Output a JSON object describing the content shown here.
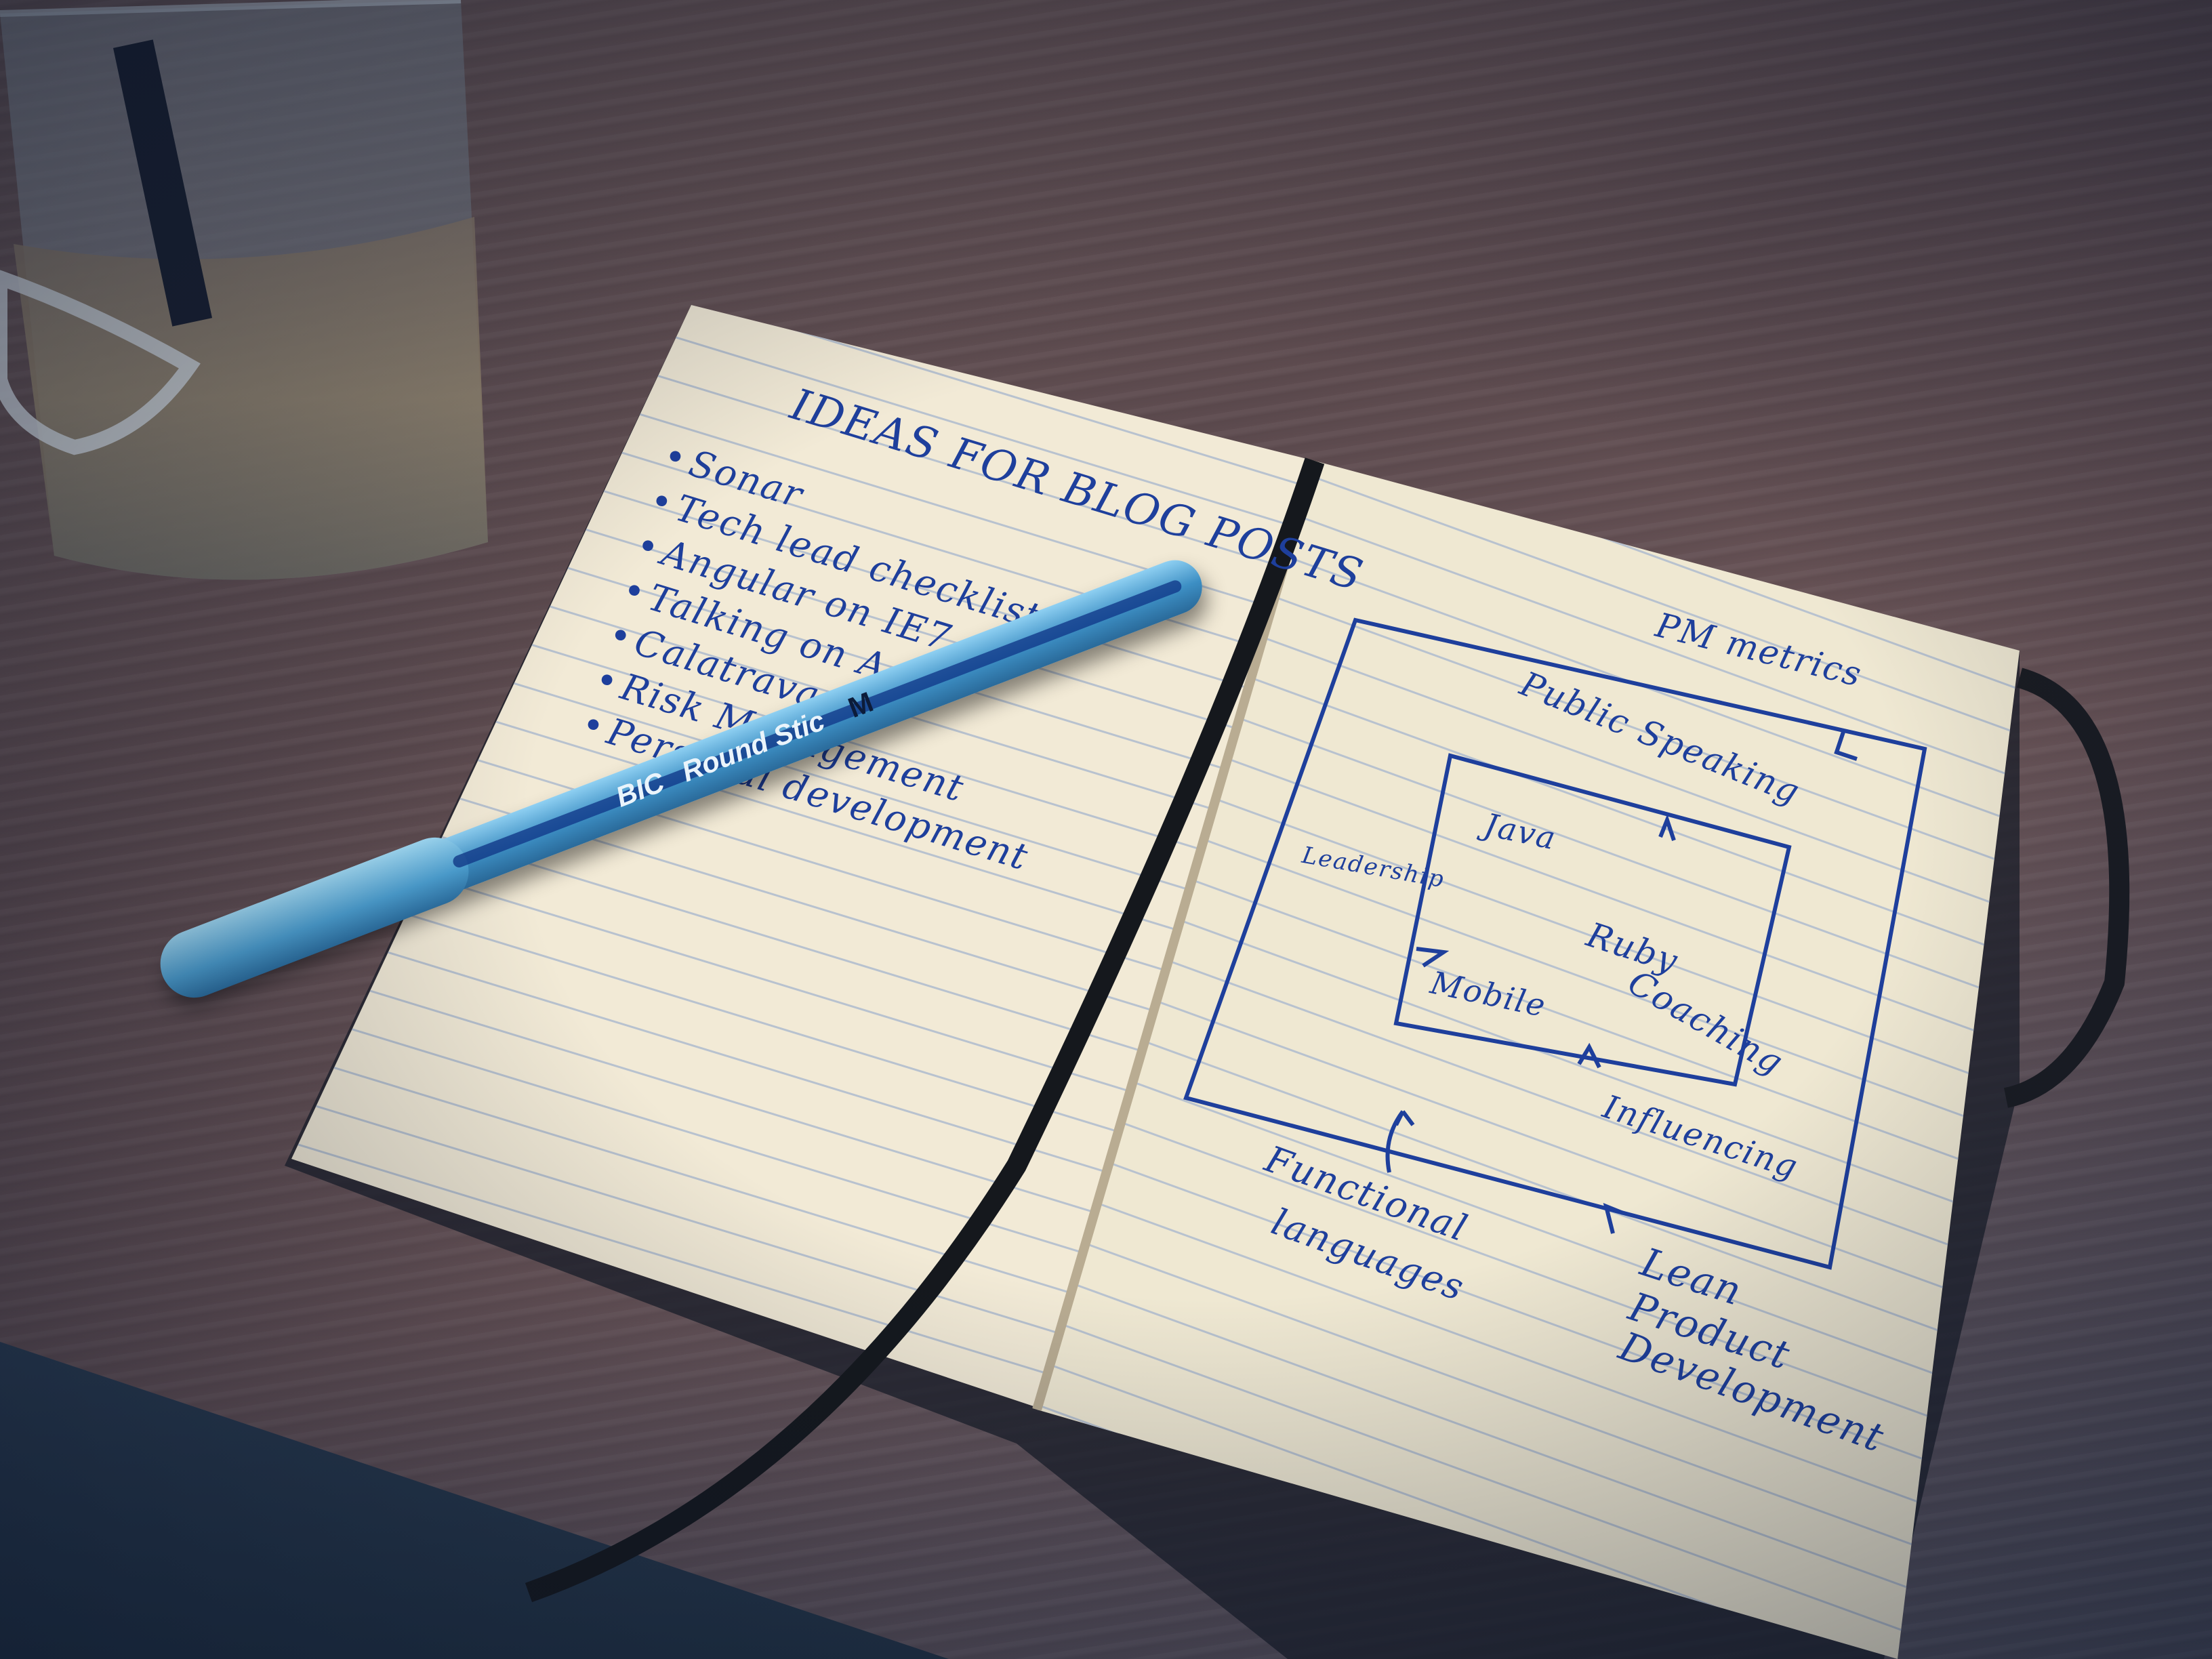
{
  "notebook_left": {
    "heading": "IDEAS FOR BLOG POSTS",
    "items": [
      "Sonar",
      "Tech lead checklist",
      "Angular on IE7",
      "Talking on Agon",
      "Calatrava",
      "Risk Management",
      "Personal development"
    ]
  },
  "notebook_right": {
    "outer_label": "PM metrics",
    "inner_top_label": "Public Speaking",
    "inner_items": [
      "Java",
      "Ruby",
      "Mobile",
      "Coaching"
    ],
    "side_label": "Leadership",
    "bottom_inner_label": "Influencing",
    "bottom_left_label_line1": "Functional",
    "bottom_left_label_line2": "languages",
    "bottom_right_label_line1": "Lean",
    "bottom_right_label_line2": "Product",
    "bottom_right_label_line3": "Development"
  },
  "pen": {
    "brand": "BIC",
    "model": "Round Stic",
    "size": "M",
    "color": "#5aa8d8"
  },
  "colors": {
    "ink": "#1e3f9c",
    "paper": "#f2ead6",
    "ruling": "#b8c2cf"
  }
}
